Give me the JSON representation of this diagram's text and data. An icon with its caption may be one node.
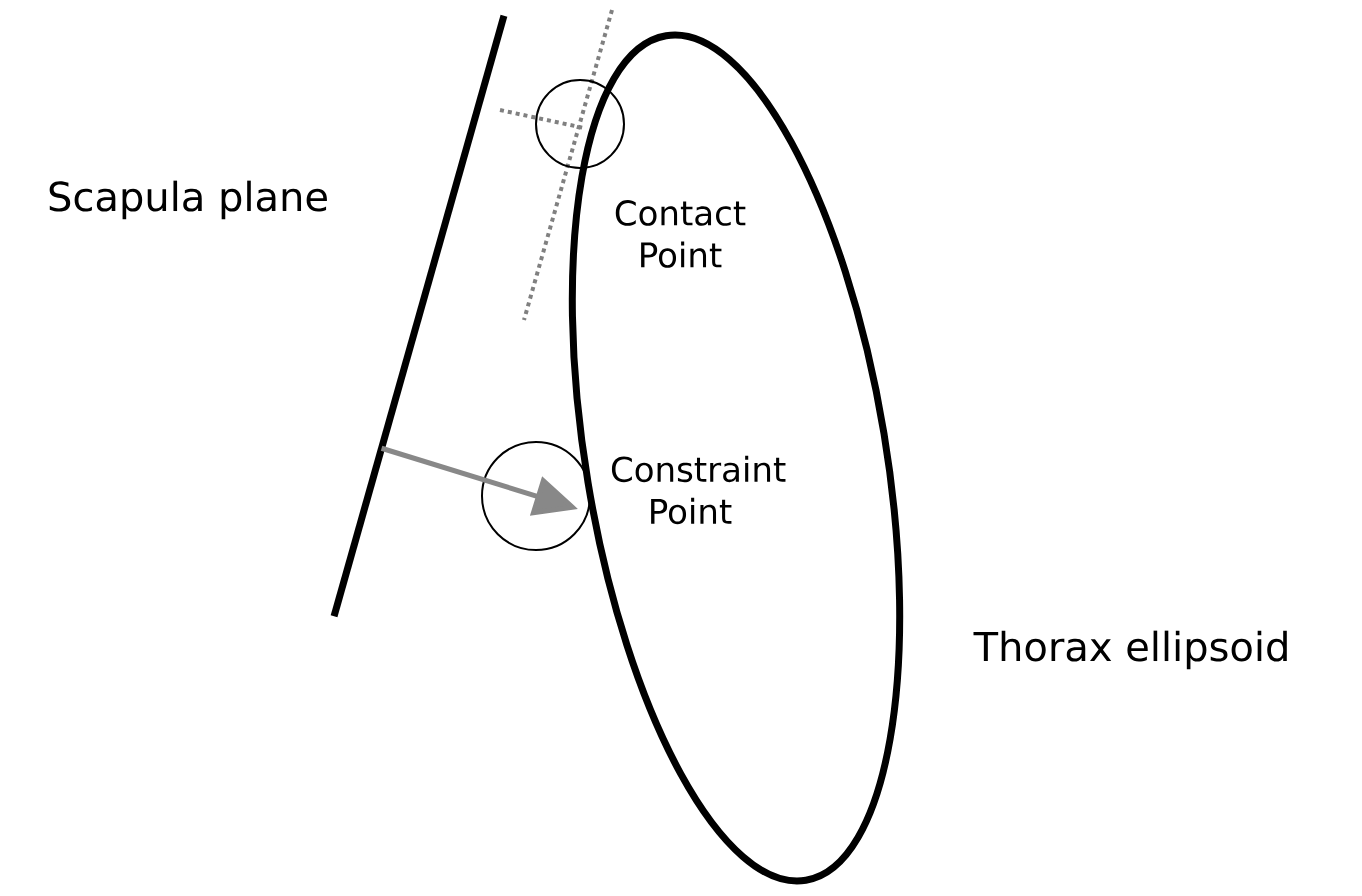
{
  "diagram": {
    "nodes": [
      {
        "text": [],
        "shape": "bar",
        "beside": [
          "Scapula plane"
        ]
      },
      {
        "text": [],
        "shape": "circle"
      },
      {
        "text": [],
        "shape": "circle"
      },
      {
        "text": [],
        "shape": "ellipse",
        "beside": [
          "Thorax ellipsoid"
        ]
      }
    ],
    "edges": [
      {
        "from": 0,
        "to": 1,
        "arrow": "to"
      }
    ],
    "labels": [
      "Contact Point",
      "Constraint Point"
    ]
  }
}
